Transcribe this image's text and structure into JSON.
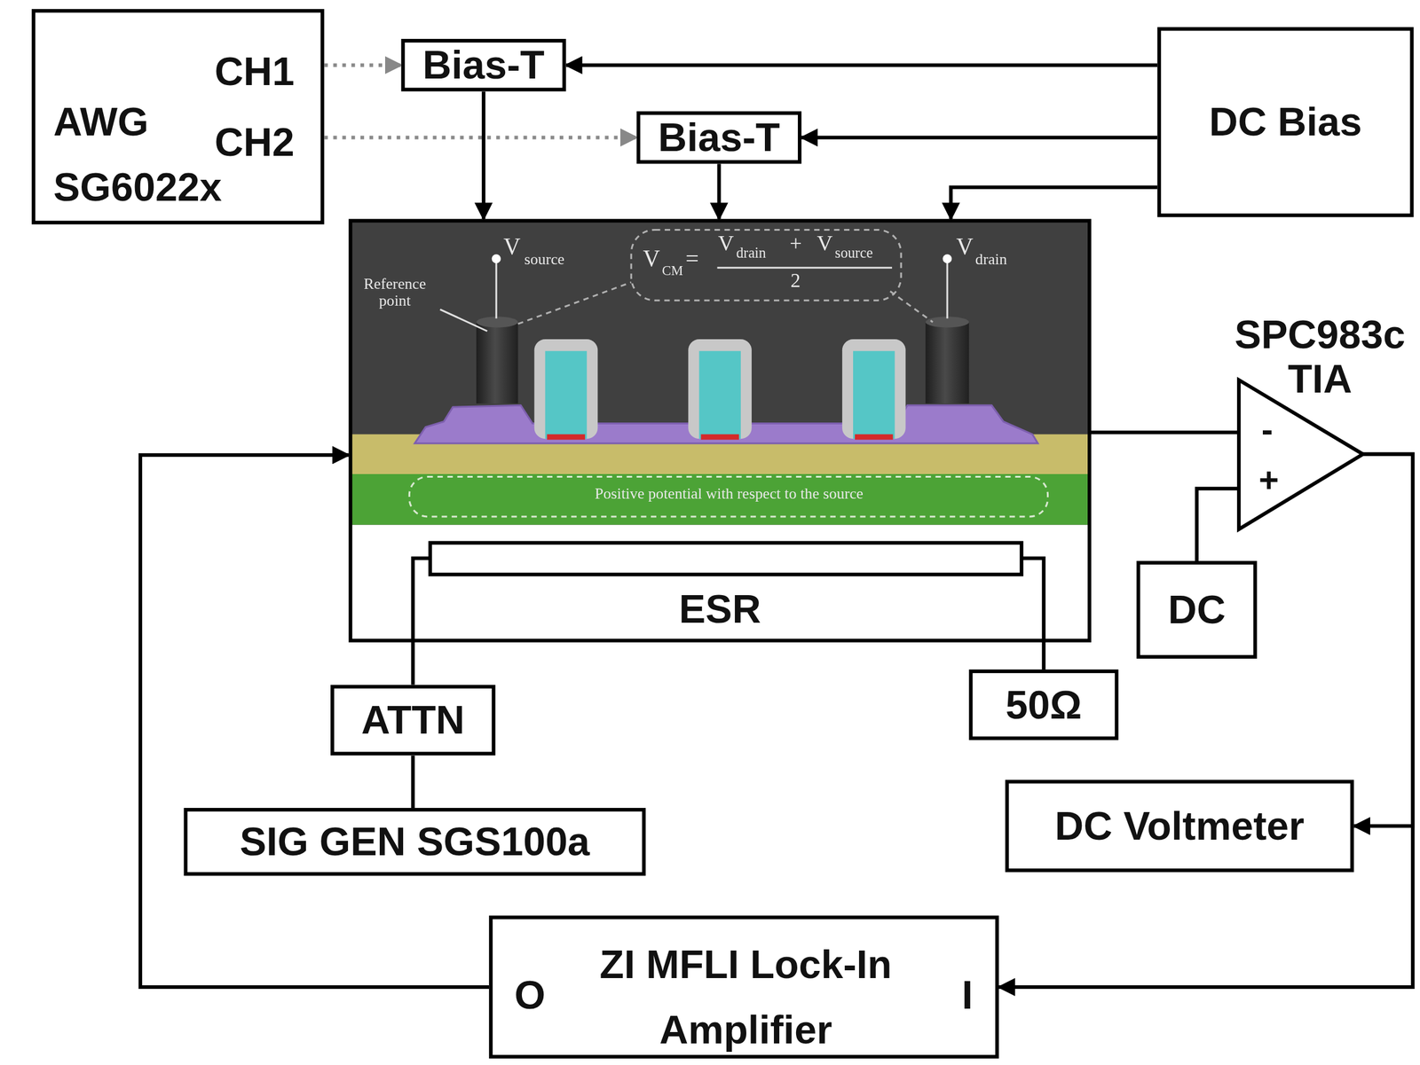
{
  "diagram": {
    "nodes": [
      {
        "text": [
          "AWG SG6022x",
          "CH1",
          "CH2"
        ]
      },
      {
        "text": [
          "Bias-T"
        ]
      },
      {
        "text": [
          "Bias-T"
        ]
      },
      {
        "text": [
          "DC Bias"
        ]
      },
      {
        "text": [
          "ESR"
        ]
      },
      {
        "text": [
          "SPC983c TIA",
          "-",
          "+"
        ]
      },
      {
        "text": [
          "DC"
        ]
      },
      {
        "text": [
          "ATTN"
        ]
      },
      {
        "text": [
          "50Ω"
        ]
      },
      {
        "text": [
          "SIG GEN SGS100a"
        ]
      },
      {
        "text": [
          "DC Voltmeter"
        ]
      },
      {
        "text": [
          "O",
          "ZI MFLI Lock-In Amplifier",
          "I"
        ]
      }
    ],
    "edges": [
      {
        "from": 0,
        "to": 1,
        "arrow": "to"
      },
      {
        "from": 0,
        "to": 2,
        "arrow": "to"
      },
      {
        "from": 3,
        "to": 1,
        "arrow": "to"
      },
      {
        "from": 3,
        "to": 2,
        "arrow": "to"
      },
      {
        "from": 3,
        "to": 4,
        "arrow": "to"
      },
      {
        "from": 1,
        "to": 4,
        "arrow": "to"
      },
      {
        "from": 2,
        "to": 4,
        "arrow": "to"
      },
      {
        "from": 4,
        "to": 5,
        "arrow": "none"
      },
      {
        "from": 6,
        "to": 5,
        "arrow": "none"
      },
      {
        "from": 5,
        "to": 10,
        "arrow": "to"
      },
      {
        "from": 5,
        "to": 11,
        "arrow": "to"
      },
      {
        "from": 11,
        "to": 4,
        "arrow": "to"
      },
      {
        "from": 9,
        "to": 7,
        "arrow": "none"
      },
      {
        "from": 7,
        "to": 4,
        "arrow": "none"
      },
      {
        "from": 4,
        "to": 8,
        "arrow": "none"
      }
    ],
    "labels": [
      "V",
      "source",
      "Reference point",
      "V",
      "CM",
      "=",
      "V",
      "drain",
      "+",
      "V",
      "source",
      "2",
      "V",
      "drain",
      "Positive potential with respect to the source"
    ]
  }
}
